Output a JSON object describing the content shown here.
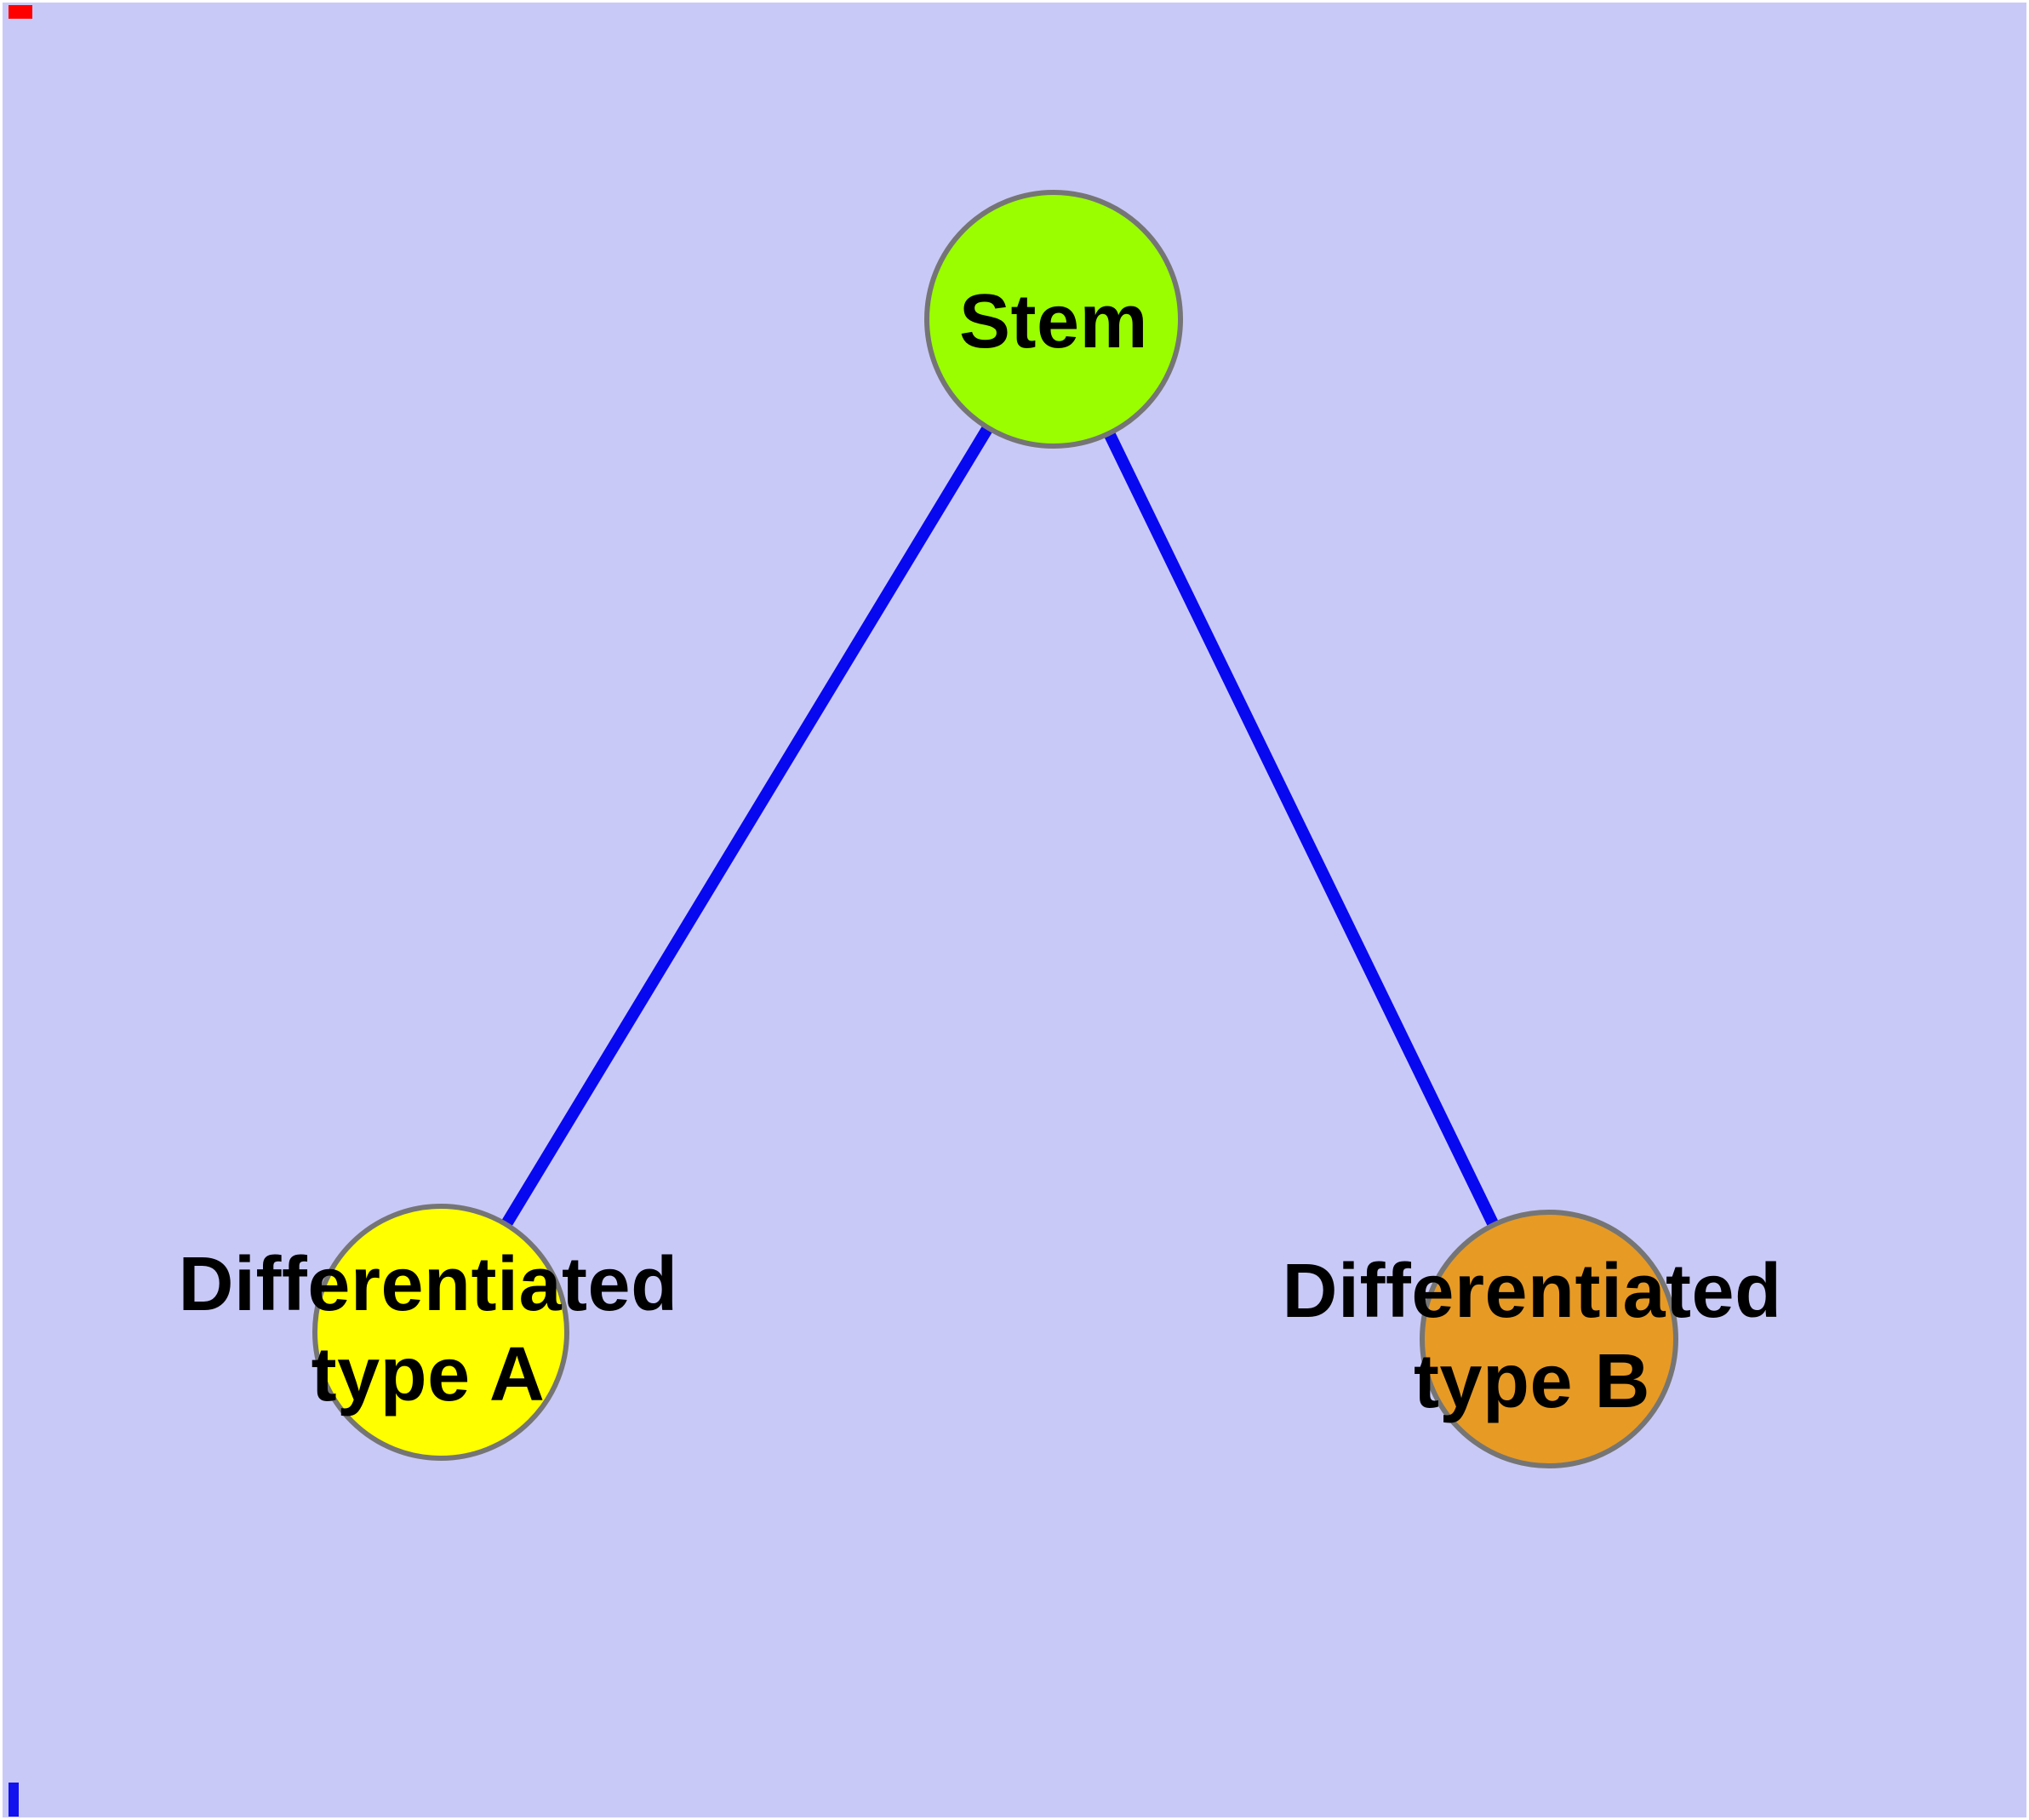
{
  "figure": {
    "background_color": "#C9C9F7",
    "frame_color": "#FFFFFF",
    "label_color": "#000000"
  },
  "graph": {
    "type": "node-link-diagram",
    "edge_color": "#0808F0",
    "node_border_color": "#757575",
    "nodes": {
      "stem": {
        "label": "Stem",
        "fill": "#9AFE00"
      },
      "type_a": {
        "label_line1": "Differentiated",
        "label_line2": "type A",
        "fill": "#FFFF00"
      },
      "type_b": {
        "label_line1": "Differentiated",
        "label_line2": "type B",
        "fill": "#E79A24"
      }
    },
    "edges": [
      {
        "from": "Stem",
        "to": "Differentiated type A"
      },
      {
        "from": "Stem",
        "to": "Differentiated type B"
      }
    ]
  },
  "artifacts": {
    "top_left_mark_color": "#FF0000",
    "bottom_left_mark_color": "#1212EE"
  }
}
